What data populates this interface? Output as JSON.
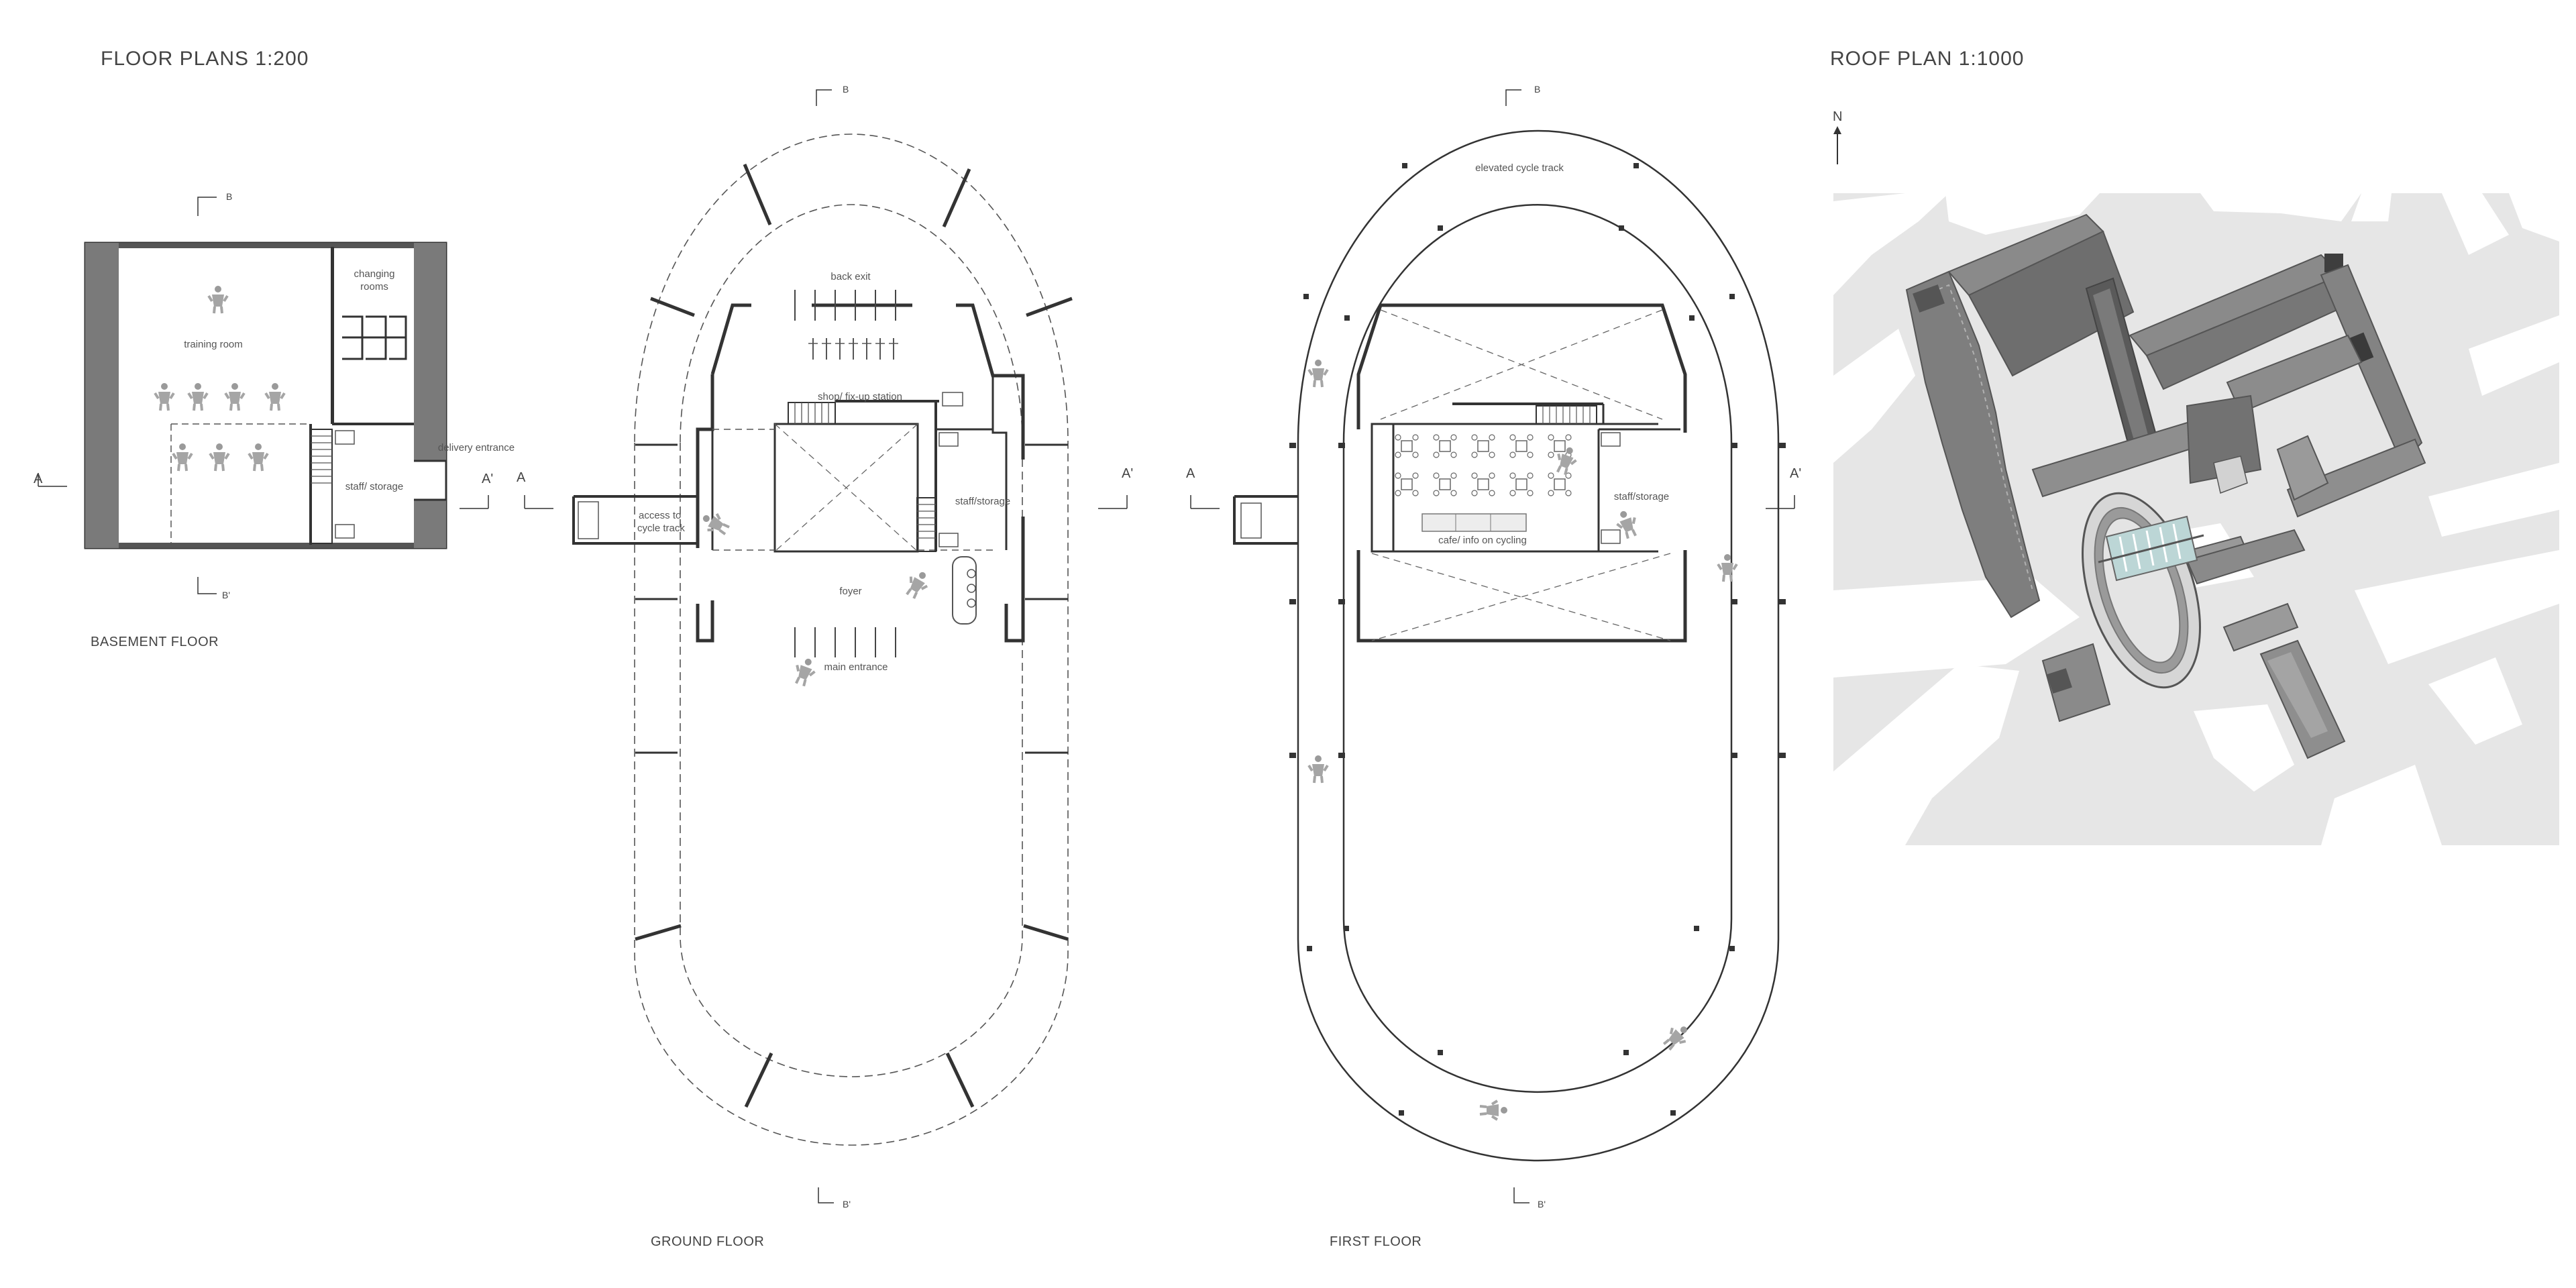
{
  "headings": {
    "floor_plans": "FLOOR PLANS 1:200",
    "roof_plan": "ROOF PLAN 1:1000"
  },
  "captions": {
    "basement": "BASEMENT FLOOR",
    "ground": "GROUND FLOOR",
    "first": "FIRST FLOOR"
  },
  "section_marks": {
    "a": "A",
    "a_prime": "A'",
    "b": "B",
    "b_prime": "B'"
  },
  "north_label": "N",
  "basement_rooms": {
    "changing_rooms_1": "changing",
    "changing_rooms_2": "rooms",
    "training_room": "training room",
    "staff_storage": "staff/ storage",
    "delivery_entrance": "delivery entrance"
  },
  "ground_rooms": {
    "back_exit": "back exit",
    "shop_station": "shop/ fix-up station",
    "staff_storage": "staff/storage",
    "access_1": "access to",
    "access_2": "cycle track",
    "foyer": "foyer",
    "main_entrance": "main entrance"
  },
  "first_rooms": {
    "elevated_track": "elevated cycle track",
    "staff_storage": "staff/storage",
    "cafe": "cafe/ info on cycling"
  },
  "colors": {
    "ink": "#3a3a3a",
    "wall_fill": "#7a7a7a",
    "site_grey": "#e6e6e6",
    "building_dark": "#6e6e6e",
    "building_mid": "#8c8c8c",
    "building_light": "#a9a9a9"
  }
}
